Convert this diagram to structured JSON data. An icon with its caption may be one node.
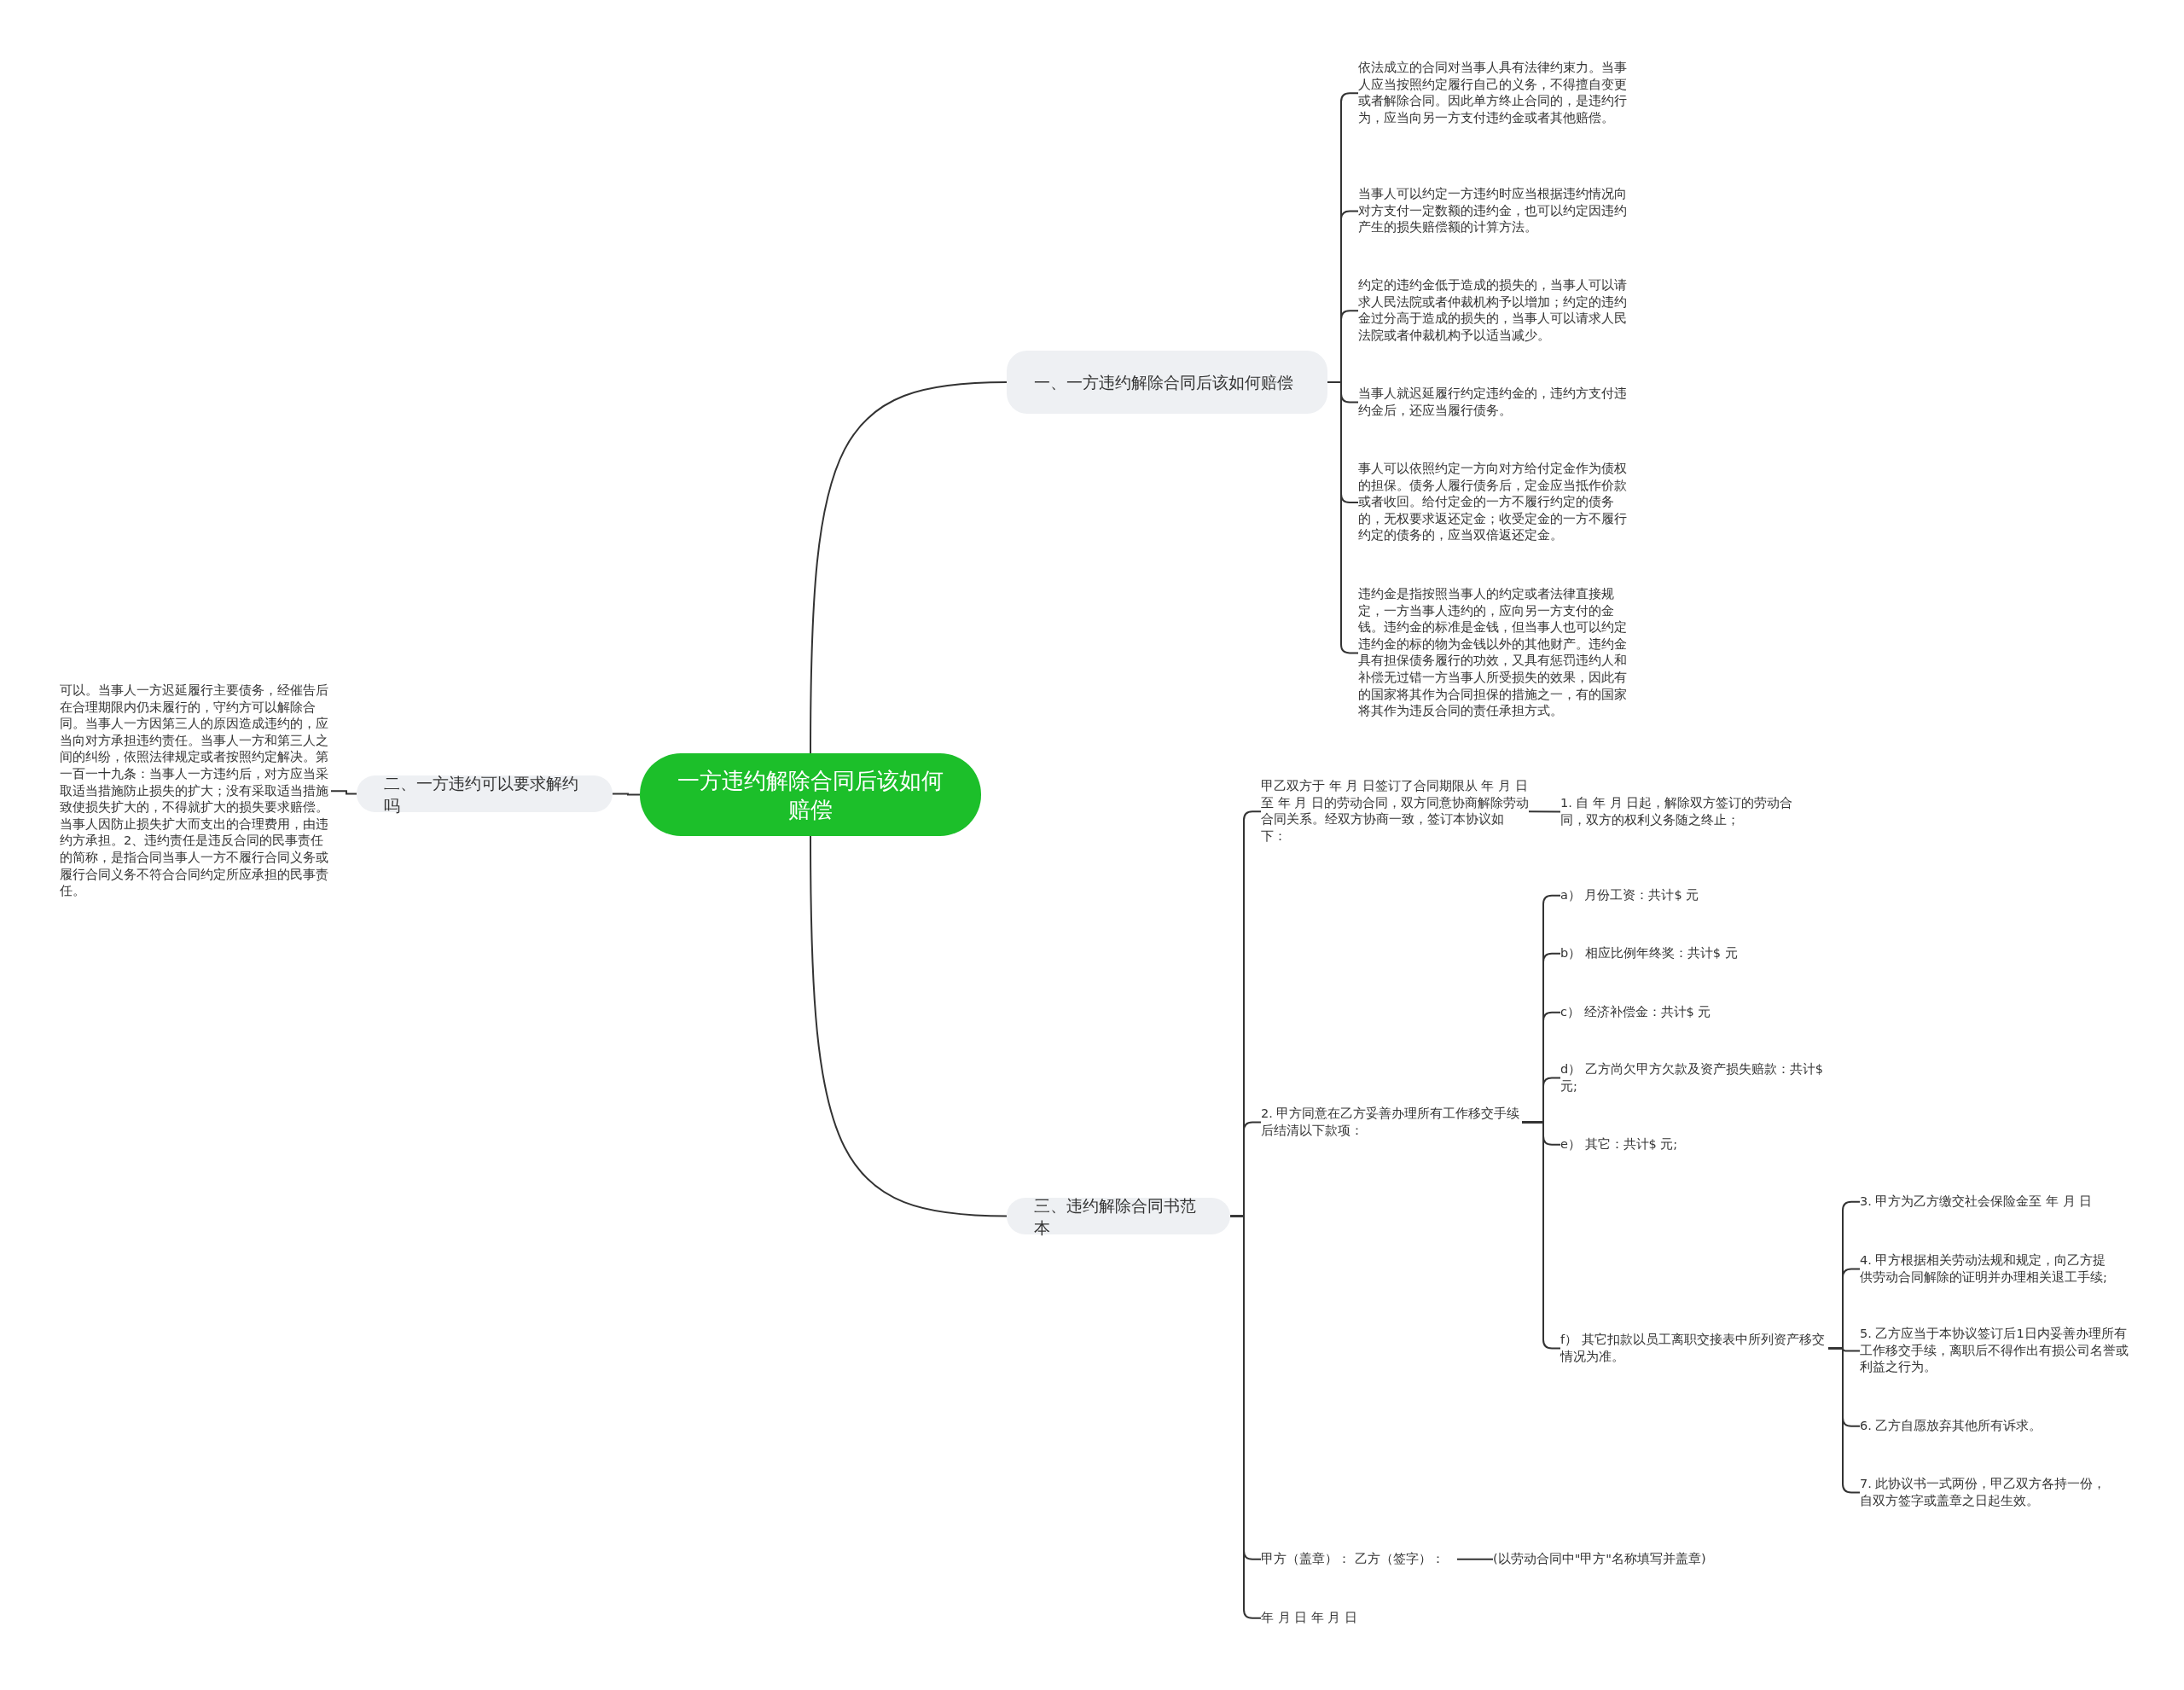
{
  "diagram": {
    "nodes": [
      {
        "text": [
          "一方违约解除合同后该如何赔偿"
        ]
      },
      {
        "text": [
          "一、一方违约解除合同后该如何赔偿"
        ]
      },
      {
        "text": [
          "依法成立的合同对当事人具有法律约束力。当事人应当按照约定履行自己的义务，不得擅自变更或者解除合同。因此单方终止合同的，是违约行为，应当向另一方支付违约金或者其他赔偿。"
        ]
      },
      {
        "text": [
          "当事人可以约定一方违约时应当根据违约情况向对方支付一定数额的违约金，也可以约定因违约产生的损失赔偿额的计算方法。"
        ]
      },
      {
        "text": [
          "约定的违约金低于造成的损失的，当事人可以请求人民法院或者仲裁机构予以增加；约定的违约金过分高于造成的损失的，当事人可以请求人民法院或者仲裁机构予以适当减少。"
        ]
      },
      {
        "text": [
          "当事人就迟延履行约定违约金的，违约方支付违约金后，还应当履行债务。"
        ]
      },
      {
        "text": [
          "事人可以依照约定一方向对方给付定金作为债权的担保。债务人履行债务后，定金应当抵作价款或者收回。给付定金的一方不履行约定的债务的，无权要求返还定金；收受定金的一方不履行约定的债务的，应当双倍返还定金。"
        ]
      },
      {
        "text": [
          "违约金是指按照当事人的约定或者法律直接规定，一方当事人违约的，应向另一方支付的金钱。违约金的标准是金钱，但当事人也可以约定违约金的标的物为金钱以外的其他财产。违约金具有担保债务履行的功效，又具有惩罚违约人和补偿无过错一方当事人所受损失的效果，因此有的国家将其作为合同担保的措施之一，有的国家将其作为违反合同的责任承担方式。"
        ]
      },
      {
        "text": [
          "二、一方违约可以要求解约吗"
        ]
      },
      {
        "text": [
          "可以。当事人一方迟延履行主要债务，经催告后在合理期限内仍未履行的，守约方可以解除合同。当事人一方因第三人的原因造成违约的，应当向对方承担违约责任。当事人一方和第三人之间的纠纷，依照法律规定或者按照约定解决。第一百一十九条：当事人一方违约后，对方应当采取适当措施防止损失的扩大；没有采取适当措施致使损失扩大的，不得就扩大的损失要求赔偿。当事人因防止损失扩大而支出的合理费用，由违约方承担。2、违约责任是违反合同的民事责任的简称，是指合同当事人一方不履行合同义务或履行合同义务不符合合同约定所应承担的民事责任。"
        ]
      },
      {
        "text": [
          "三、违约解除合同书范本"
        ]
      },
      {
        "text": [
          "甲乙双方于 年 月 日签订了合同期限从 年 月 日至 年 月 日的劳动合同，双方同意协商解除劳动合同关系。经双方协商一致，签订本协议如下："
        ]
      },
      {
        "text": [
          "1. 自 年 月 日起，解除双方签订的劳动合同，双方的权利义务随之终止；"
        ]
      },
      {
        "text": [
          "2. 甲方同意在乙方妥善办理所有工作移交手续后结清以下款项："
        ]
      },
      {
        "text": [
          "a） 月份工资：共计$ 元"
        ]
      },
      {
        "text": [
          "b） 相应比例年终奖：共计$ 元"
        ]
      },
      {
        "text": [
          "c） 经济补偿金：共计$ 元"
        ]
      },
      {
        "text": [
          "d） 乙方尚欠甲方欠款及资产损失赔款：共计$ 元;"
        ]
      },
      {
        "text": [
          "e） 其它：共计$ 元;"
        ]
      },
      {
        "text": [
          "f） 其它扣款以员工离职交接表中所列资产移交情况为准。"
        ]
      },
      {
        "text": [
          "3. 甲方为乙方缴交社会保险金至 年 月 日"
        ]
      },
      {
        "text": [
          "4. 甲方根据相关劳动法规和规定，向乙方提供劳动合同解除的证明并办理相关退工手续;"
        ]
      },
      {
        "text": [
          "5. 乙方应当于本协议签订后1日内妥善办理所有工作移交手续，离职后不得作出有损公司名誉或利益之行为。"
        ]
      },
      {
        "text": [
          "6. 乙方自愿放弃其他所有诉求。"
        ]
      },
      {
        "text": [
          "7. 此协议书一式两份，甲乙双方各持一份，自双方签字或盖章之日起生效。"
        ]
      },
      {
        "text": [
          "甲方（盖章）： 乙方（签字）："
        ]
      },
      {
        "text": [
          "(以劳动合同中\"甲方\"名称填写并盖章)"
        ]
      },
      {
        "text": [
          "年 月 日 年 月 日"
        ]
      }
    ],
    "edges": [
      {
        "from": 0,
        "to": 1,
        "arrow": "none"
      },
      {
        "from": 1,
        "to": 2,
        "arrow": "none"
      },
      {
        "from": 1,
        "to": 3,
        "arrow": "none"
      },
      {
        "from": 1,
        "to": 4,
        "arrow": "none"
      },
      {
        "from": 1,
        "to": 5,
        "arrow": "none"
      },
      {
        "from": 1,
        "to": 6,
        "arrow": "none"
      },
      {
        "from": 1,
        "to": 7,
        "arrow": "none"
      },
      {
        "from": 0,
        "to": 8,
        "arrow": "none"
      },
      {
        "from": 8,
        "to": 9,
        "arrow": "none"
      },
      {
        "from": 0,
        "to": 10,
        "arrow": "none"
      },
      {
        "from": 10,
        "to": 11,
        "arrow": "none"
      },
      {
        "from": 11,
        "to": 12,
        "arrow": "none"
      },
      {
        "from": 10,
        "to": 13,
        "arrow": "none"
      },
      {
        "from": 13,
        "to": 14,
        "arrow": "none"
      },
      {
        "from": 13,
        "to": 15,
        "arrow": "none"
      },
      {
        "from": 13,
        "to": 16,
        "arrow": "none"
      },
      {
        "from": 13,
        "to": 17,
        "arrow": "none"
      },
      {
        "from": 13,
        "to": 18,
        "arrow": "none"
      },
      {
        "from": 13,
        "to": 19,
        "arrow": "none"
      },
      {
        "from": 19,
        "to": 20,
        "arrow": "none"
      },
      {
        "from": 19,
        "to": 21,
        "arrow": "none"
      },
      {
        "from": 19,
        "to": 22,
        "arrow": "none"
      },
      {
        "from": 19,
        "to": 23,
        "arrow": "none"
      },
      {
        "from": 19,
        "to": 24,
        "arrow": "none"
      },
      {
        "from": 10,
        "to": 25,
        "arrow": "none"
      },
      {
        "from": 25,
        "to": 26,
        "arrow": "none"
      },
      {
        "from": 10,
        "to": 27,
        "arrow": "none"
      }
    ]
  }
}
